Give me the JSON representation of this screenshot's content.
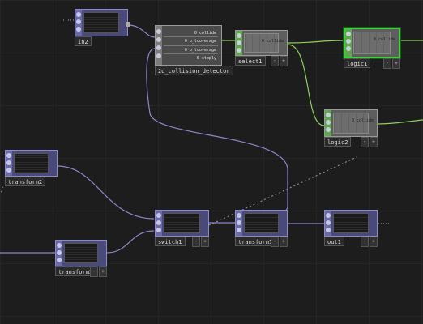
{
  "nodes": {
    "in2": {
      "name": "in2"
    },
    "collision": {
      "name": "2d_collision_detector",
      "channels": [
        "0 collide",
        "0 p_tcoverage",
        "0 p_tcoverage",
        "0 stoply"
      ]
    },
    "select1": {
      "name": "select1",
      "value": "0 collide"
    },
    "logic1": {
      "name": "logic1",
      "value": "0 collide"
    },
    "logic2": {
      "name": "logic2",
      "value": "0 collide"
    },
    "transform2": {
      "name": "transform2"
    },
    "transform3": {
      "name": "transform3"
    },
    "switch1": {
      "name": "switch1"
    },
    "transform1": {
      "name": "transform1"
    },
    "out1": {
      "name": "out1"
    }
  },
  "colors": {
    "top_wire": "#8b86c8",
    "dat_wire": "#8fd060",
    "selected": "#3ed13e",
    "top_node": "#6a6aa8",
    "dat_node": "#5fa84f"
  },
  "icons": [
    "flag-icon",
    "wrench-icon",
    "eye-icon",
    "viewer-icon"
  ],
  "node_buttons": [
    "-",
    "+"
  ]
}
